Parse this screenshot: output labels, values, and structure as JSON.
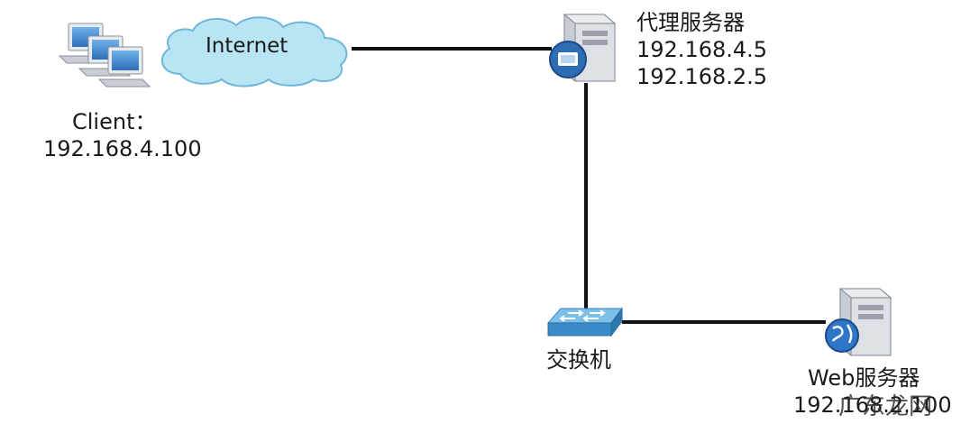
{
  "diagram": {
    "nodes": {
      "client": {
        "label_line1": "Client：",
        "label_line2": "192.168.4.100",
        "icon": "client-computers-icon"
      },
      "internet": {
        "label": "Internet",
        "icon": "cloud-icon"
      },
      "proxy": {
        "label": "代理服务器",
        "ip1": "192.168.4.5",
        "ip2": "192.168.2.5",
        "icon": "proxy-server-icon"
      },
      "switch": {
        "label": "交换机",
        "icon": "switch-icon"
      },
      "web": {
        "label": "Web服务器",
        "ip": "192.168.2.100",
        "icon": "web-server-icon"
      }
    },
    "links": [
      {
        "from": "internet",
        "to": "proxy"
      },
      {
        "from": "proxy",
        "to": "switch"
      },
      {
        "from": "switch",
        "to": "web"
      }
    ],
    "watermark": "广东龙网",
    "colors": {
      "line": "#111111",
      "cloud_fill": "#b9e4f4",
      "cloud_stroke": "#6fb7d8",
      "server_body": "#d9dde3",
      "monitor": "#3c7fc4"
    }
  }
}
